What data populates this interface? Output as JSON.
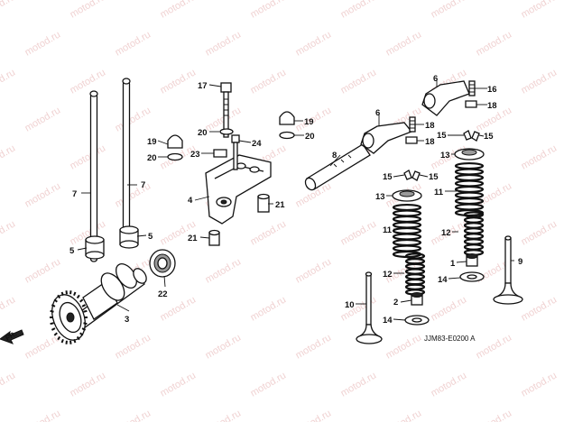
{
  "diagram": {
    "watermark_text": "motod.ru",
    "figure_code": "JJM83-E0200 A",
    "front_arrow_label": "FR.",
    "callouts": {
      "pushrod_left": "7",
      "pushrod_right": "7",
      "follower_left": "5",
      "follower_right": "5",
      "camshaft": "3",
      "bearing": "22",
      "rocker_holder": "4",
      "dowel_upper": "21",
      "dowel_lower": "21",
      "holder_bolt": "17",
      "washer_bolt": "20",
      "cap_nut_left": "19",
      "washer_left": "20",
      "nut_center": "23",
      "stud_center": "24",
      "cap_nut_right": "19",
      "washer_right": "20",
      "rocker_front": "6",
      "rocker_rear": "6",
      "adjuster_front": "18",
      "nut_front": "18",
      "adjuster_rear": "16",
      "nut_rear": "18",
      "rocker_shaft": "8",
      "cotter_front_left": "15",
      "cotter_front_right": "15",
      "cotter_rear_left": "15",
      "cotter_rear_right": "15",
      "retainer_front": "13",
      "retainer_rear": "13",
      "outer_spring_front": "11",
      "outer_spring_rear": "11",
      "inner_spring_front": "12",
      "inner_spring_rear": "12",
      "valve_front": "10",
      "valve_rear": "9",
      "stem_seal_front": "2",
      "stem_seal_rear": "1",
      "seat_front": "14",
      "seat_rear": "14"
    }
  }
}
